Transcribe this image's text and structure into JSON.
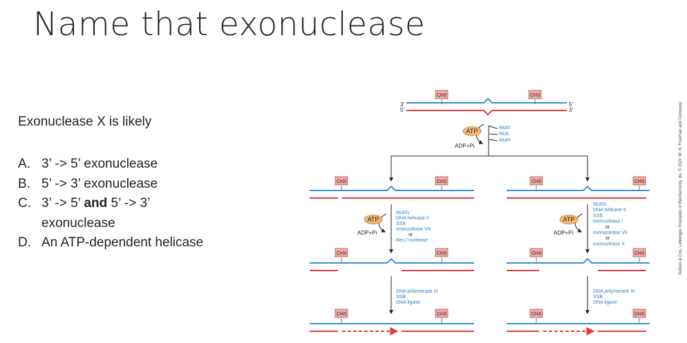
{
  "slide": {
    "title": "Name that exonuclease",
    "question": "Exonuclease X is likely",
    "answers": [
      {
        "letter": "A.",
        "text": "3’ -> 5’ exonuclease"
      },
      {
        "letter": "B.",
        "text": "5’ -> 3’ exonuclease"
      },
      {
        "letter": "C.",
        "pre": "3’ -> 5’ ",
        "bold": "and",
        "post": " 5’ -> 3’",
        "line2": "exonuclease"
      },
      {
        "letter": "D.",
        "text": "An ATP-dependent helicase"
      }
    ],
    "credit": "Nelson & Cox, Lehninger Principles of Biochemistry, 8e, © 2021 W. H. Freeman and Company"
  },
  "figure": {
    "methyl": "CH3",
    "top": {
      "left_ends": [
        "3′",
        "5′"
      ],
      "right_ends": [
        "5′",
        "3′"
      ],
      "atp": "ATP",
      "adp": "ADP+Pi",
      "proteins": [
        "MutS",
        "MutL",
        "MutH"
      ]
    },
    "left_path": {
      "atp": "ATP",
      "adp": "ADP+Pi",
      "excision": [
        "MutSL",
        "DNA helicase II",
        "SSB",
        "exonuclease VII",
        "or",
        "RecJ nuclease"
      ],
      "synthesis": [
        "DNA polymerase III",
        "SSB",
        "DNA ligase"
      ]
    },
    "right_path": {
      "atp": "ATP",
      "adp": "ADP+Pi",
      "excision": [
        "MutSL",
        "DNA helicase II",
        "SSB",
        "exonuclease I",
        "or",
        "exonuclease VII",
        "or",
        "exonuclease X"
      ],
      "synthesis": [
        "DNA polymerase III",
        "SSB",
        "DNA ligase"
      ]
    },
    "colors": {
      "blue_strand": "#3b8ed8",
      "red_strand": "#e23a44",
      "methyl_box": "#f4aaa4",
      "atp_oval": "#f6b878",
      "protein_text": "#2e7fc7"
    }
  }
}
